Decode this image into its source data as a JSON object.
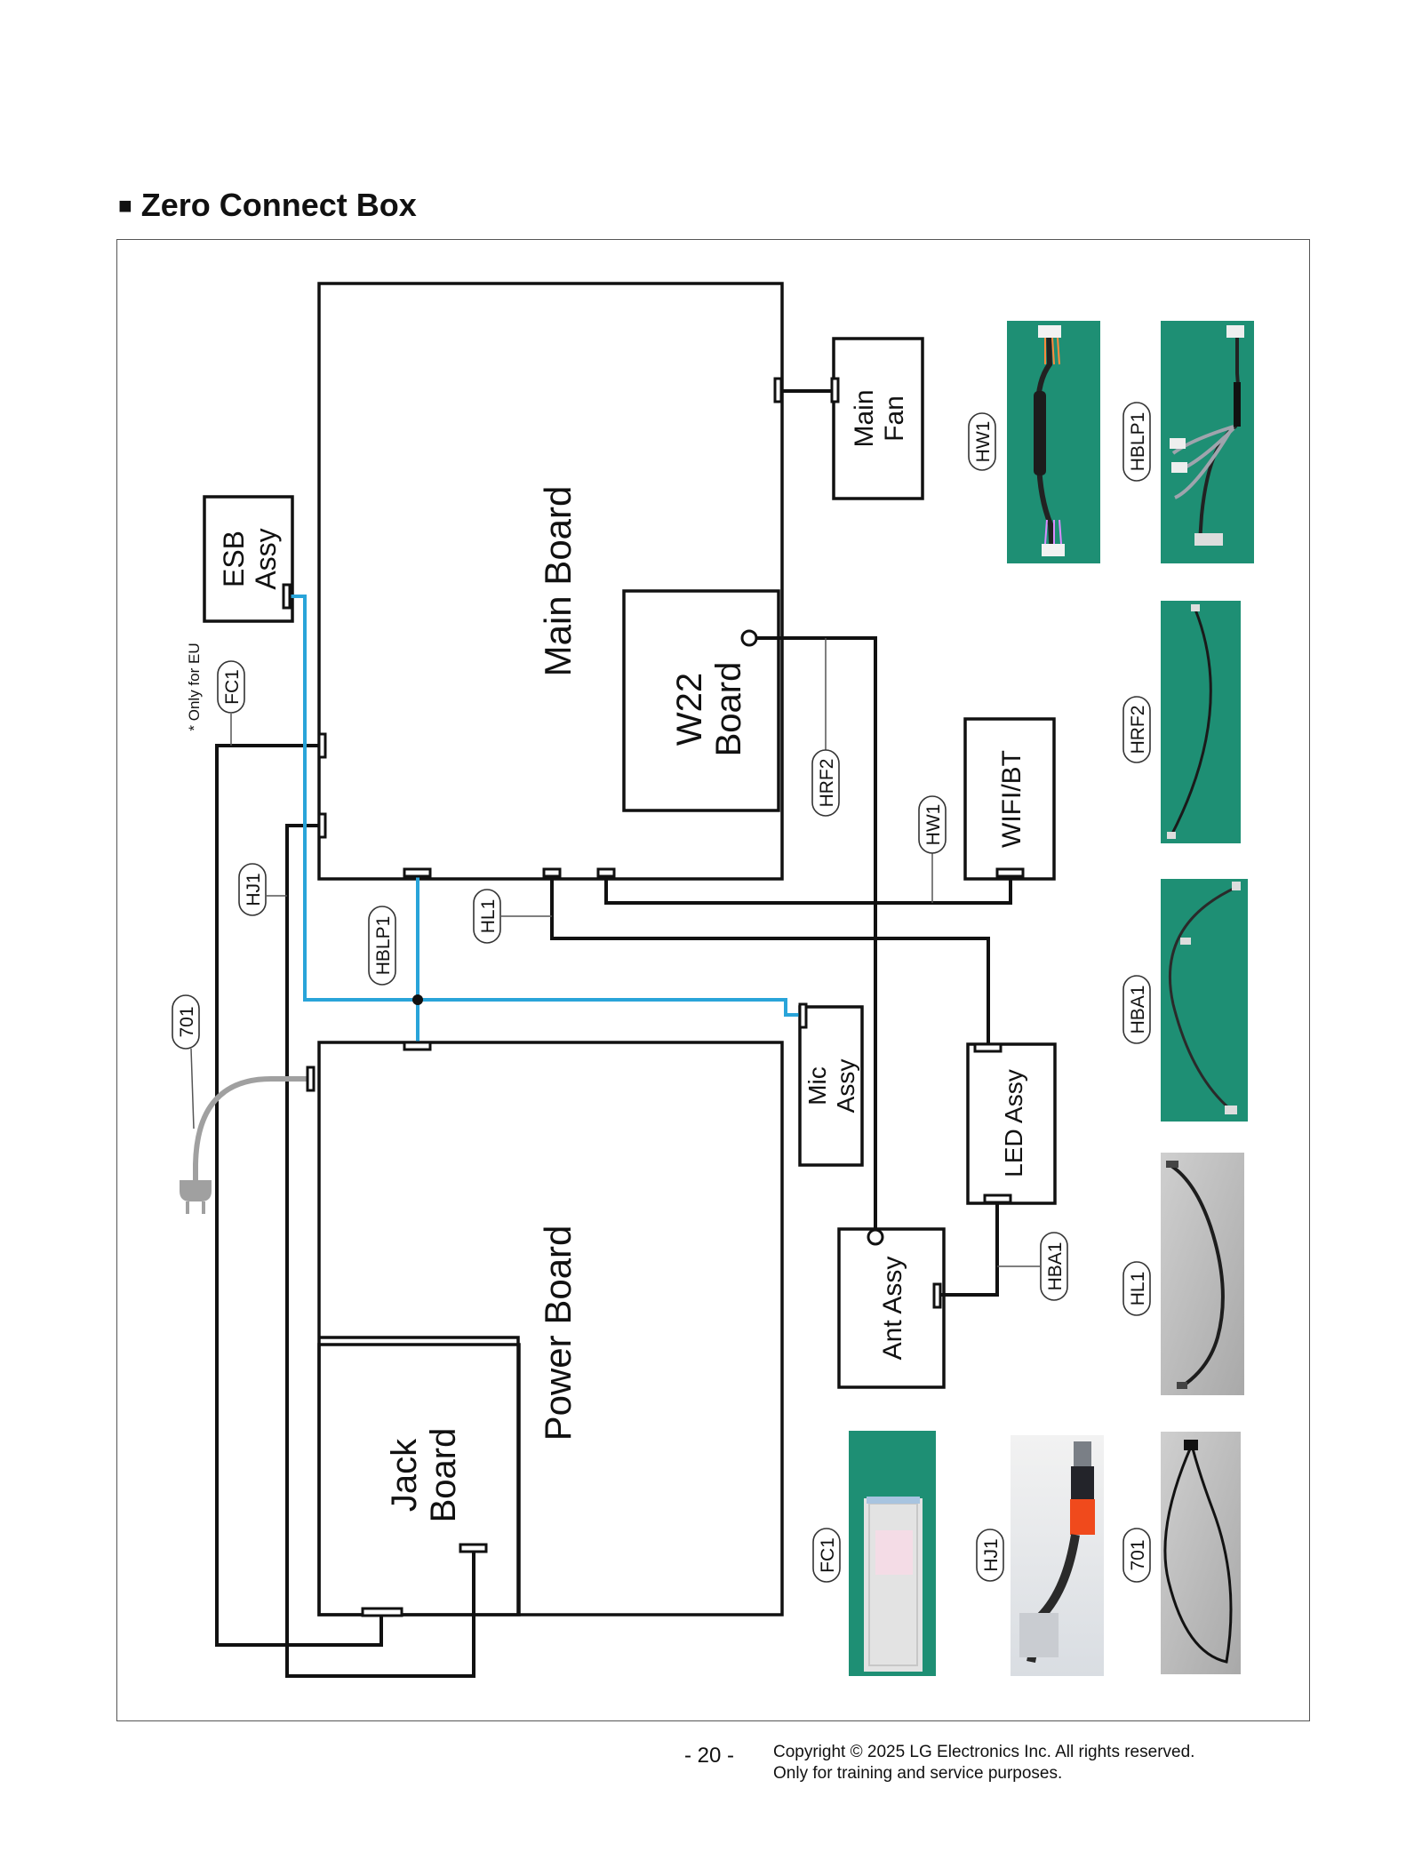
{
  "section": {
    "bullet": "■",
    "title": "Zero Connect Box"
  },
  "blocks": {
    "main_board": "Main Board",
    "main_fan": [
      "Main",
      "Fan"
    ],
    "esb_assy": [
      "ESB",
      "Assy"
    ],
    "w22_board": [
      "W22",
      "Board"
    ],
    "wifi_bt": "WIFI/BT",
    "power_board": "Power Board",
    "jack_board": [
      "Jack",
      "Board"
    ],
    "mic_assy": [
      "Mic",
      "Assy"
    ],
    "led_assy": "LED Assy",
    "ant_assy": "Ant Assy"
  },
  "note": "* Only for EU",
  "cable_tags": {
    "fc1": "FC1",
    "hj1": "HJ1",
    "c701": "701",
    "hblp1": "HBLP1",
    "hl1": "HL1",
    "hrf2": "HRF2",
    "hw1": "HW1",
    "hba1": "HBA1"
  },
  "photo_tags": {
    "hw1": "HW1",
    "hblp1": "HBLP1",
    "hrf2": "HRF2",
    "hba1": "HBA1",
    "hl1": "HL1",
    "fc1": "FC1",
    "hj1": "HJ1",
    "c701": "701"
  },
  "colors": {
    "wire": "#111111",
    "blue_wire": "#29a4d9",
    "power_cord": "#a0a0a0",
    "photo_green": "#1e8f74",
    "photo_gray": "#b9b9b9"
  },
  "footer": {
    "page": "- 20 -",
    "copyright_line1": "Copyright © 2025 LG Electronics Inc. All rights reserved.",
    "copyright_line2": "Only for training and service purposes."
  }
}
